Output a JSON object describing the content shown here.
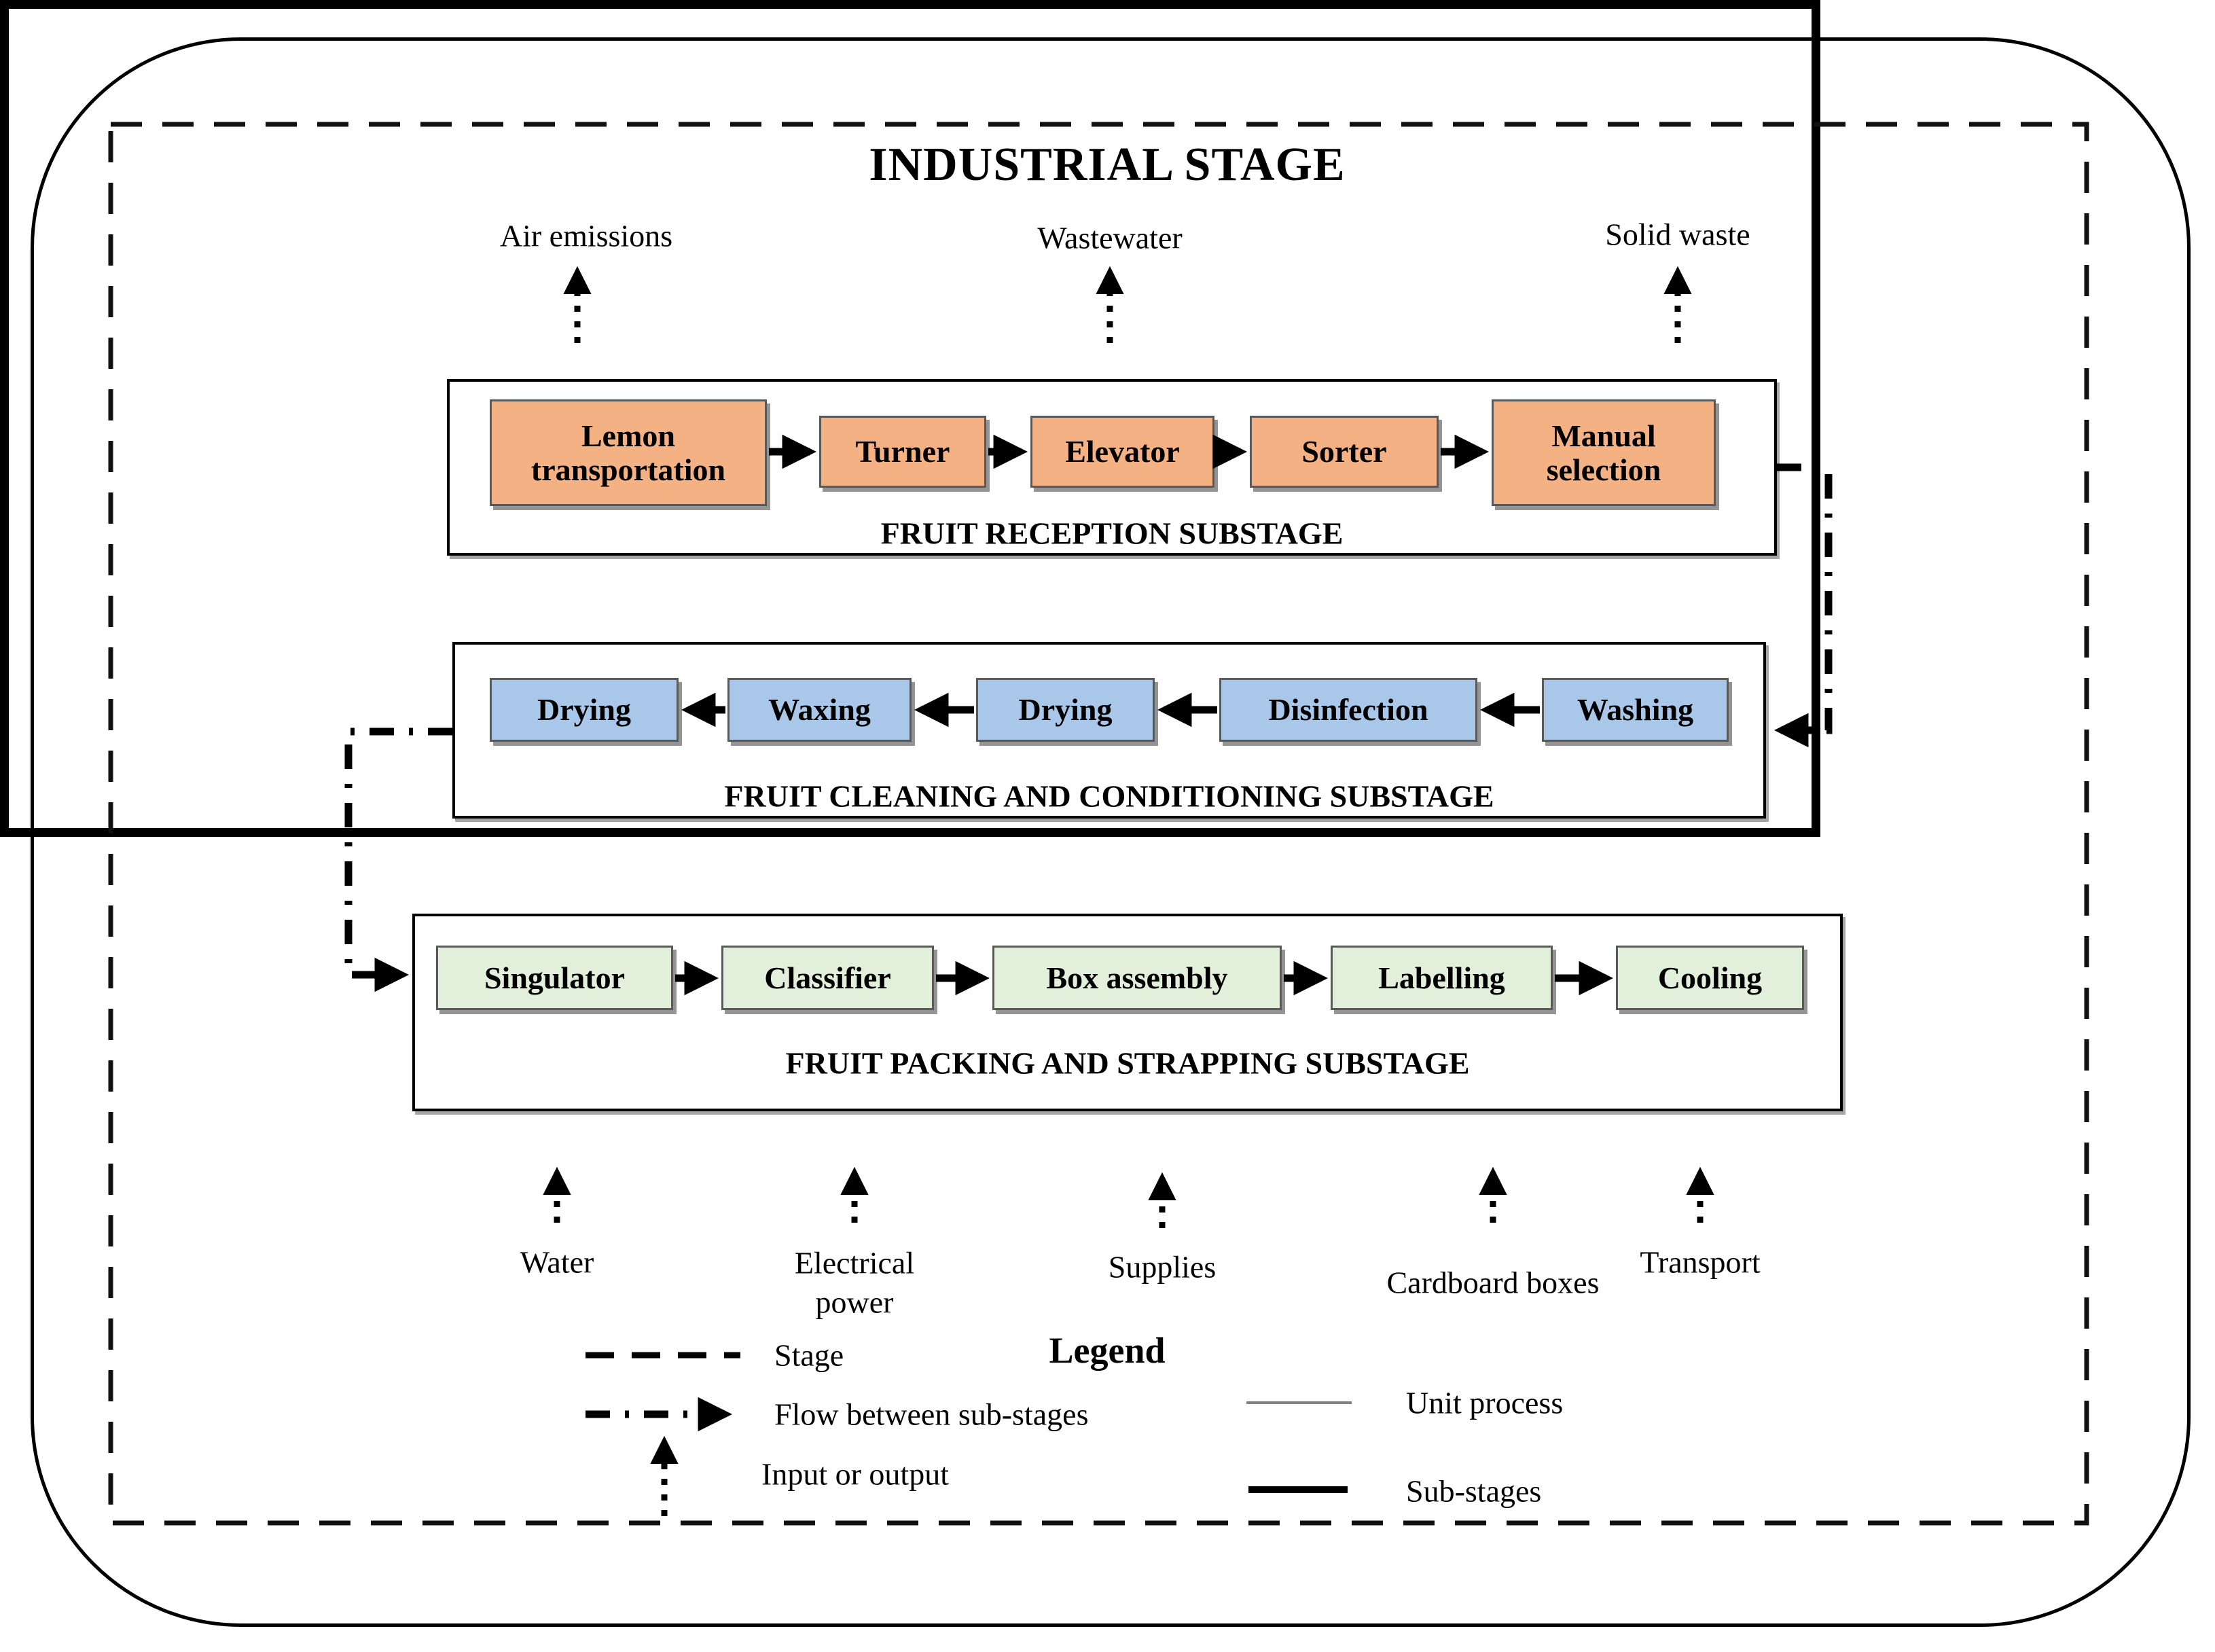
{
  "title": "INDUSTRIAL STAGE",
  "top_outputs": [
    "Air emissions",
    "Wastewater",
    "Solid waste"
  ],
  "substages": [
    {
      "caption": "FRUIT RECEPTION SUBSTAGE",
      "flow_direction": "right",
      "box_color": "#F4B183",
      "boxes": [
        "Lemon transportation",
        "Turner",
        "Elevator",
        "Sorter",
        "Manual selection"
      ]
    },
    {
      "caption": "FRUIT CLEANING AND CONDITIONING SUBSTAGE",
      "flow_direction": "left",
      "box_color": "#A9C8E9",
      "boxes": [
        "Drying",
        "Waxing",
        "Drying",
        "Disinfection",
        "Washing"
      ]
    },
    {
      "caption": "FRUIT PACKING AND STRAPPING SUBSTAGE",
      "flow_direction": "right",
      "box_color": "#E2EFDA",
      "boxes": [
        "Singulator",
        "Classifier",
        "Box assembly",
        "Labelling",
        "Cooling"
      ]
    }
  ],
  "bottom_inputs": [
    "Water",
    "Electrical power",
    "Supplies",
    "Cardboard boxes",
    "Transport"
  ],
  "legend": {
    "title": "Legend",
    "items": [
      {
        "symbol": "dashed-line",
        "label": "Stage"
      },
      {
        "symbol": "dash-dot-arrow",
        "label": "Flow between sub-stages"
      },
      {
        "symbol": "dotted-arrow",
        "label": "Input or output"
      },
      {
        "symbol": "thin-gray-line",
        "label": "Unit process"
      },
      {
        "symbol": "thick-black-line",
        "label": "Sub-stages"
      }
    ]
  },
  "colors": {
    "unit_box_border": "#595959",
    "unit_box_shadow": "#949494",
    "line_black": "#000000",
    "unit_process_line_gray": "#808080",
    "background": "#FFFFFF"
  }
}
